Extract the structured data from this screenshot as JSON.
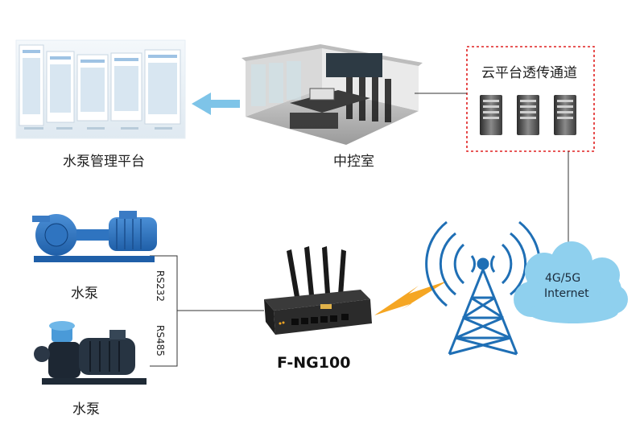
{
  "nodes": {
    "platform": {
      "label": "水泵管理平台"
    },
    "control_room": {
      "label": "中控室"
    },
    "cloud_channel": {
      "label": "云平台透传通道"
    },
    "pump_top": {
      "label": "水泵"
    },
    "pump_bottom": {
      "label": "水泵"
    },
    "router": {
      "label": "F-NG100"
    },
    "internet": {
      "line1": "4G/5G",
      "line2": "Internet"
    }
  },
  "links": {
    "rs232": "RS232",
    "rs485": "RS485"
  },
  "colors": {
    "arrow": "#7ec4e8",
    "dashed_border": "#e02020",
    "tower": "#1f6fb5",
    "cloud": "#8fd0ee",
    "lightning": "#f5a623",
    "router_body": "#2b2b2b"
  }
}
